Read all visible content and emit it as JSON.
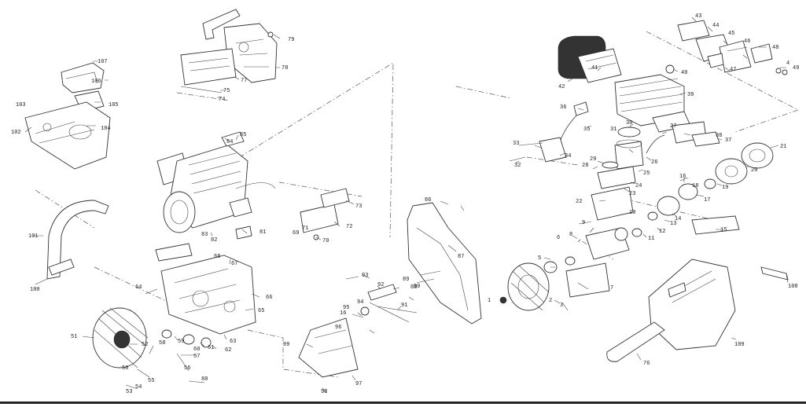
{
  "figure": {
    "type": "exploded-parts-diagram",
    "subject": "chainsaw",
    "rule_color": "#222222"
  },
  "labels": [
    "107",
    "106",
    "103",
    "105",
    "102",
    "104",
    "79",
    "78",
    "77",
    "75",
    "74",
    "85",
    "84",
    "73",
    "72",
    "71",
    "70",
    "69",
    "83",
    "82",
    "81",
    "68",
    "67",
    "64",
    "66",
    "65",
    "63",
    "62",
    "61",
    "60",
    "59",
    "58",
    "57",
    "56",
    "80",
    "55",
    "54",
    "53",
    "50",
    "51",
    "52",
    "101",
    "100",
    "86",
    "87",
    "93",
    "92",
    "90",
    "89",
    "88",
    "91",
    "94",
    "95",
    "16",
    "96",
    "99",
    "97",
    "98",
    "43",
    "44",
    "45",
    "46",
    "47",
    "48",
    "4",
    "49",
    "42",
    "41",
    "40",
    "39",
    "36",
    "35",
    "31",
    "30",
    "38",
    "37",
    "33",
    "34",
    "32",
    "29",
    "28",
    "27",
    "26",
    "25",
    "24",
    "23",
    "22",
    "21",
    "20",
    "19",
    "18",
    "16",
    "17",
    "9",
    "8",
    "13",
    "12",
    "11",
    "14",
    "10",
    "15",
    "6",
    "5",
    "1",
    "2",
    "3",
    "7",
    "108",
    "109",
    "76"
  ]
}
